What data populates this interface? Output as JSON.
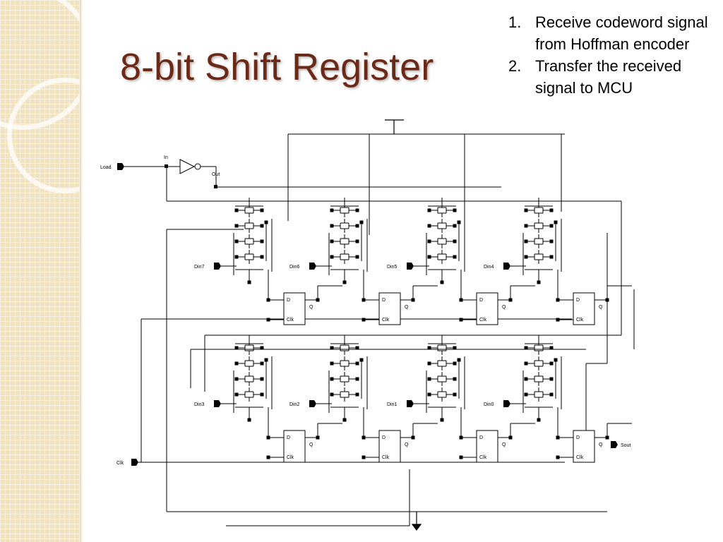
{
  "slide": {
    "title": "8-bit Shift Register",
    "steps": [
      {
        "number": "1.",
        "text": "Receive codeword signal from Hoffman encoder"
      },
      {
        "number": "2.",
        "text": "Transfer the received signal to MCU"
      }
    ]
  },
  "schematic": {
    "inputs": {
      "load": "Load",
      "clk": "Clk"
    },
    "output": "Sout",
    "inverter": {
      "in": "In",
      "out": "Out"
    },
    "top_row": [
      {
        "din": "Din7"
      },
      {
        "din": "Din6"
      },
      {
        "din": "Din5"
      },
      {
        "din": "Din4"
      }
    ],
    "bottom_row": [
      {
        "din": "Din3"
      },
      {
        "din": "Din2"
      },
      {
        "din": "Din1"
      },
      {
        "din": "Din0"
      }
    ],
    "flipflop_labels": {
      "d": "D",
      "q": "Q",
      "clk": "Clk"
    }
  },
  "colors": {
    "title": "#6b2a17",
    "sidebar": "#f1e2c0",
    "wire": "#000000"
  }
}
